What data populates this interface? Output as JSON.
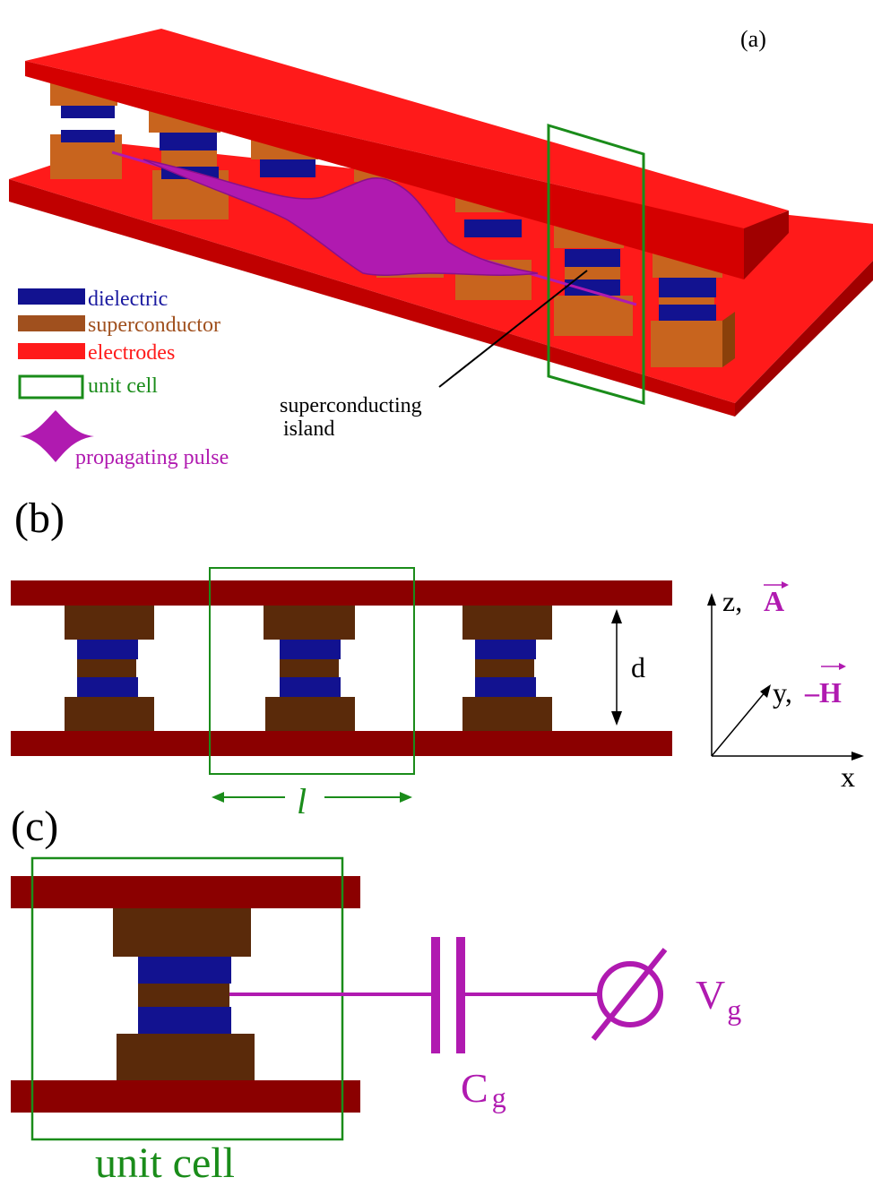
{
  "panel_a": {
    "label": "(a)",
    "legend": [
      {
        "text": "dielectric",
        "color": "#1a1aa0"
      },
      {
        "text": "superconductor",
        "color": "#a0501e"
      },
      {
        "text": "electrodes",
        "color": "#ff1a1a"
      },
      {
        "text": "unit cell",
        "color": "#1a8c1a"
      },
      {
        "text": "propagating pulse",
        "color": "#b01ab0"
      }
    ],
    "annotation_line1": "superconducting",
    "annotation_line2": "island"
  },
  "panel_b": {
    "label": "(b)",
    "d_label": "d",
    "l_label": "l",
    "axis_z": "z,",
    "axis_A": "A",
    "axis_y": "y,",
    "axis_H": "–H",
    "axis_x": "x"
  },
  "panel_c": {
    "label": "(c)",
    "unit_cell_label": "unit cell",
    "cap_label": "C",
    "cap_sub": "g",
    "volt_label": "V",
    "volt_sub": "g"
  },
  "colors": {
    "electrode_a": "#ff1a1a",
    "electrode_a_dark": "#b80000",
    "electrode_bc": "#8b0000",
    "superconductor_a": "#c8641e",
    "superconductor_bc": "#5a2a0a",
    "dielectric": "#121290",
    "unit_cell": "#1a8c1a",
    "pulse": "#b01ab0"
  }
}
